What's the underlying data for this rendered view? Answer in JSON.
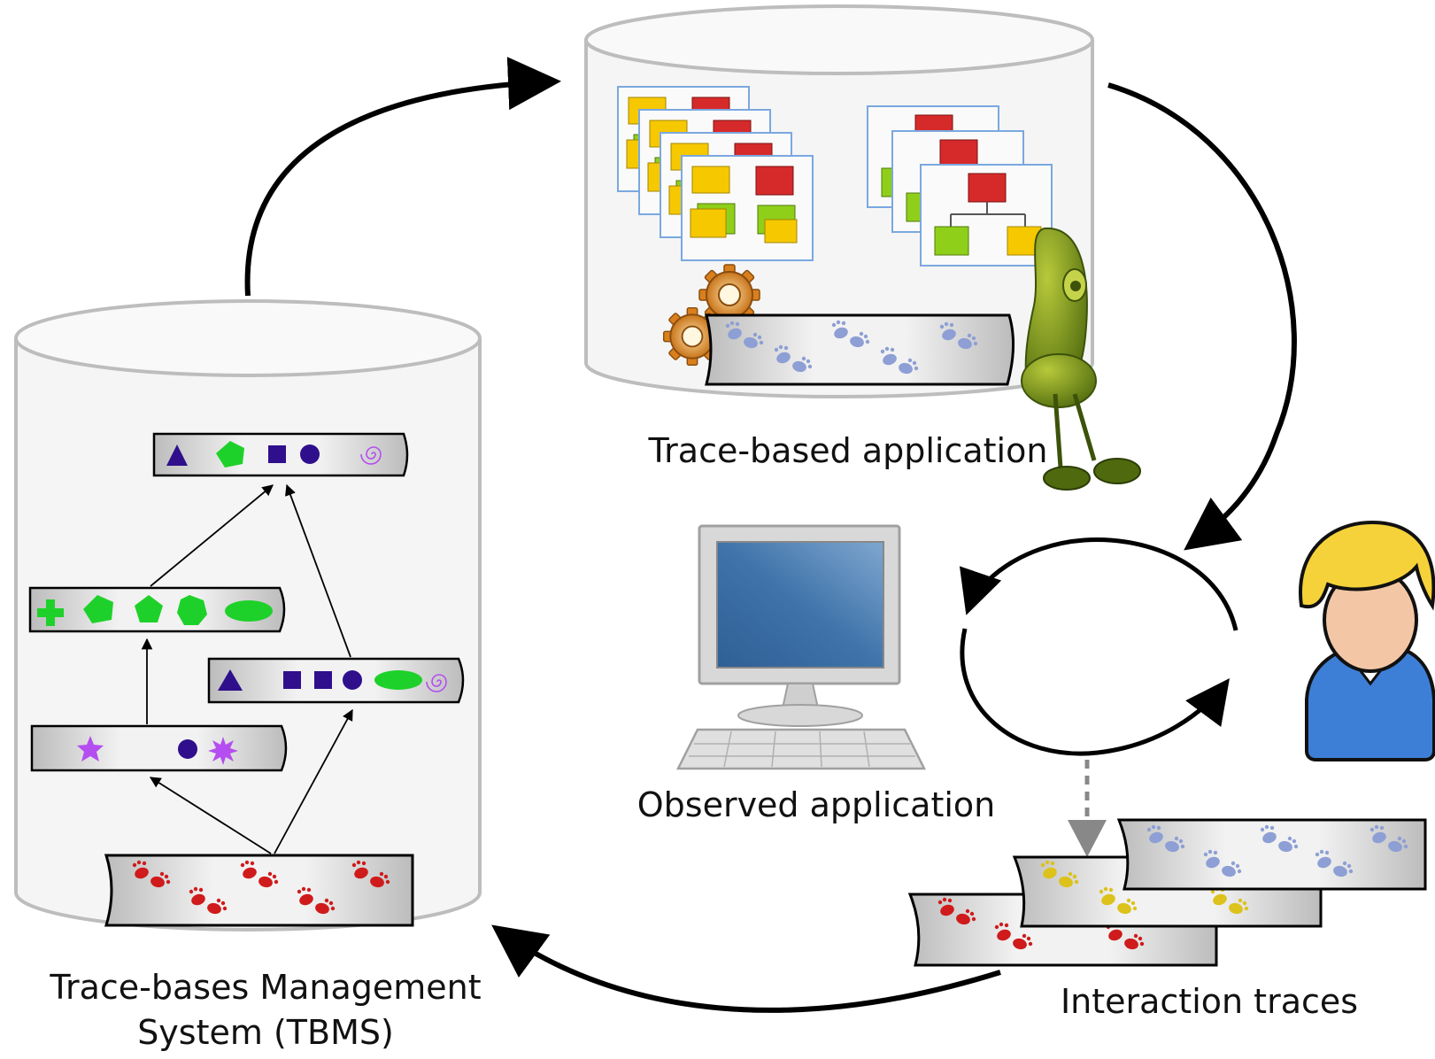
{
  "labels": {
    "trace_based_application": "Trace-based application",
    "observed_application": "Observed application",
    "interaction_traces": "Interaction traces",
    "tbms_line1": "Trace-bases Management",
    "tbms_line2": "System (TBMS)"
  },
  "colors": {
    "cylinder_fill": "#f5f5f5",
    "cylinder_stroke": "#bdbdbd",
    "arrow": "#000000",
    "blue_trace": "#8d9fd4",
    "yellow_trace": "#dcc21a",
    "red_trace": "#cf1b1b",
    "purple_shape": "#2f0f8c",
    "green_shape": "#1ed12a",
    "magenta_shape": "#b44ef0",
    "box_red": "#d62a2a",
    "box_green": "#8fcf1a",
    "box_yellow": "#f6c800",
    "gear": "#dd8a1f",
    "robot": "#6d8c17",
    "user_hair": "#f6d23a",
    "user_shirt": "#3d7fd6",
    "monitor_screen": "#3f73aa"
  },
  "icons": [
    "gear-icon",
    "robot-icon",
    "monitor-icon",
    "user-icon",
    "footprints-icon"
  ]
}
